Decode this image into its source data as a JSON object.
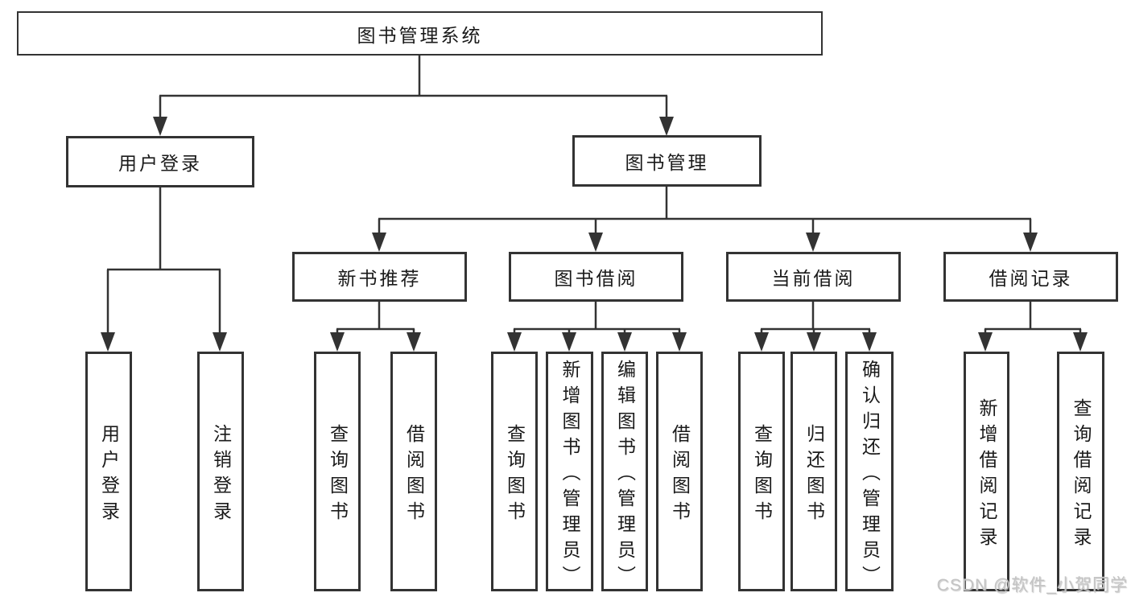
{
  "diagram": {
    "root": {
      "label": "图书管理系统"
    },
    "branches": [
      {
        "label": "用户登录",
        "children": [
          {
            "label": "用户登录"
          },
          {
            "label": "注销登录"
          }
        ]
      },
      {
        "label": "图书管理",
        "groups": [
          {
            "label": "新书推荐",
            "children": [
              {
                "label": "查询图书"
              },
              {
                "label": "借阅图书"
              }
            ]
          },
          {
            "label": "图书借阅",
            "children": [
              {
                "label": "查询图书"
              },
              {
                "label": "新增图书（管理员）"
              },
              {
                "label": "编辑图书（管理员）"
              },
              {
                "label": "借阅图书"
              }
            ]
          },
          {
            "label": "当前借阅",
            "children": [
              {
                "label": "查询图书"
              },
              {
                "label": "归还图书"
              },
              {
                "label": "确认归还（管理员）"
              }
            ]
          },
          {
            "label": "借阅记录",
            "children": [
              {
                "label": "新增借阅记录"
              },
              {
                "label": "查询借阅记录"
              }
            ]
          }
        ]
      }
    ]
  },
  "watermark": {
    "text": "CSDN @软件_小贺同学"
  },
  "colors": {
    "line": "#333333",
    "text": "#1a1a1a",
    "background": "#ffffff",
    "watermark_text": "#bebebe"
  }
}
